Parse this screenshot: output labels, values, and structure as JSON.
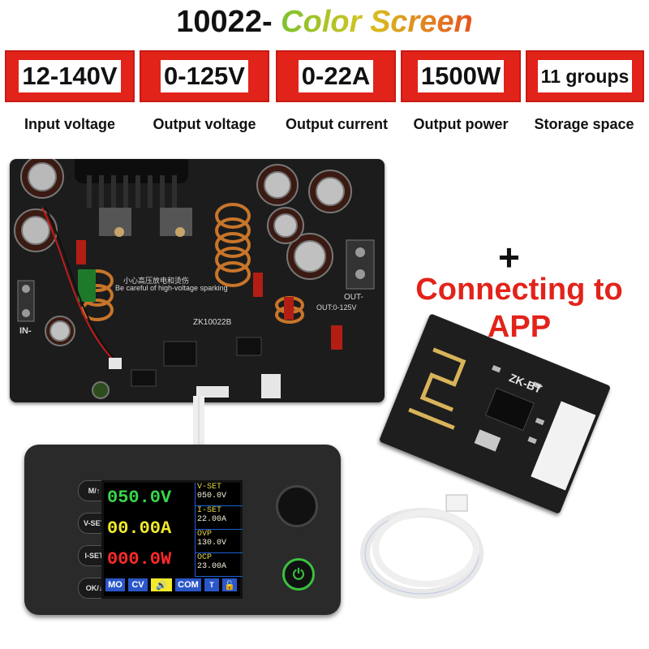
{
  "title": {
    "model": "10022-",
    "subtitle": "Color Screen"
  },
  "specs": [
    {
      "value": "12-140V",
      "label": "Input voltage"
    },
    {
      "value": "0-125V",
      "label": "Output voltage"
    },
    {
      "value": "0-22A",
      "label": "Output current"
    },
    {
      "value": "1500W",
      "label": "Output power"
    },
    {
      "value": "11 groups",
      "label": "Storage space"
    }
  ],
  "plus": "+",
  "app_text": {
    "line1": "Connecting to",
    "line2": "APP"
  },
  "pcb": {
    "model": "ZK10022B",
    "warning_cn": "小心高压放电和烫伤",
    "warning_en": "Be careful of high-voltage sparking",
    "in_label": "IN-",
    "out_label": "OUT-",
    "out_range": "OUT:0-125V"
  },
  "display": {
    "buttons": [
      "M/↑",
      "V-SET",
      "I-SET",
      "OK/↓"
    ],
    "voltage": "050.0V",
    "current": "00.00A",
    "power": "000.0W",
    "panels": [
      {
        "label": "V-SET",
        "value": "050.0V"
      },
      {
        "label": "I-SET",
        "value": "22.00A"
      },
      {
        "label": "OVP",
        "value": "130.0V"
      },
      {
        "label": "OCP",
        "value": "23.00A"
      }
    ],
    "status": [
      "MO",
      "CV",
      "",
      "COM",
      "T"
    ]
  },
  "bt_module": {
    "label": "ZK-BT"
  },
  "colors": {
    "red": "#e2231a",
    "green": "#39d64a",
    "yellow": "#f2ea2a",
    "screen_red": "#ff2a2a",
    "blue": "#1e5fd8"
  }
}
